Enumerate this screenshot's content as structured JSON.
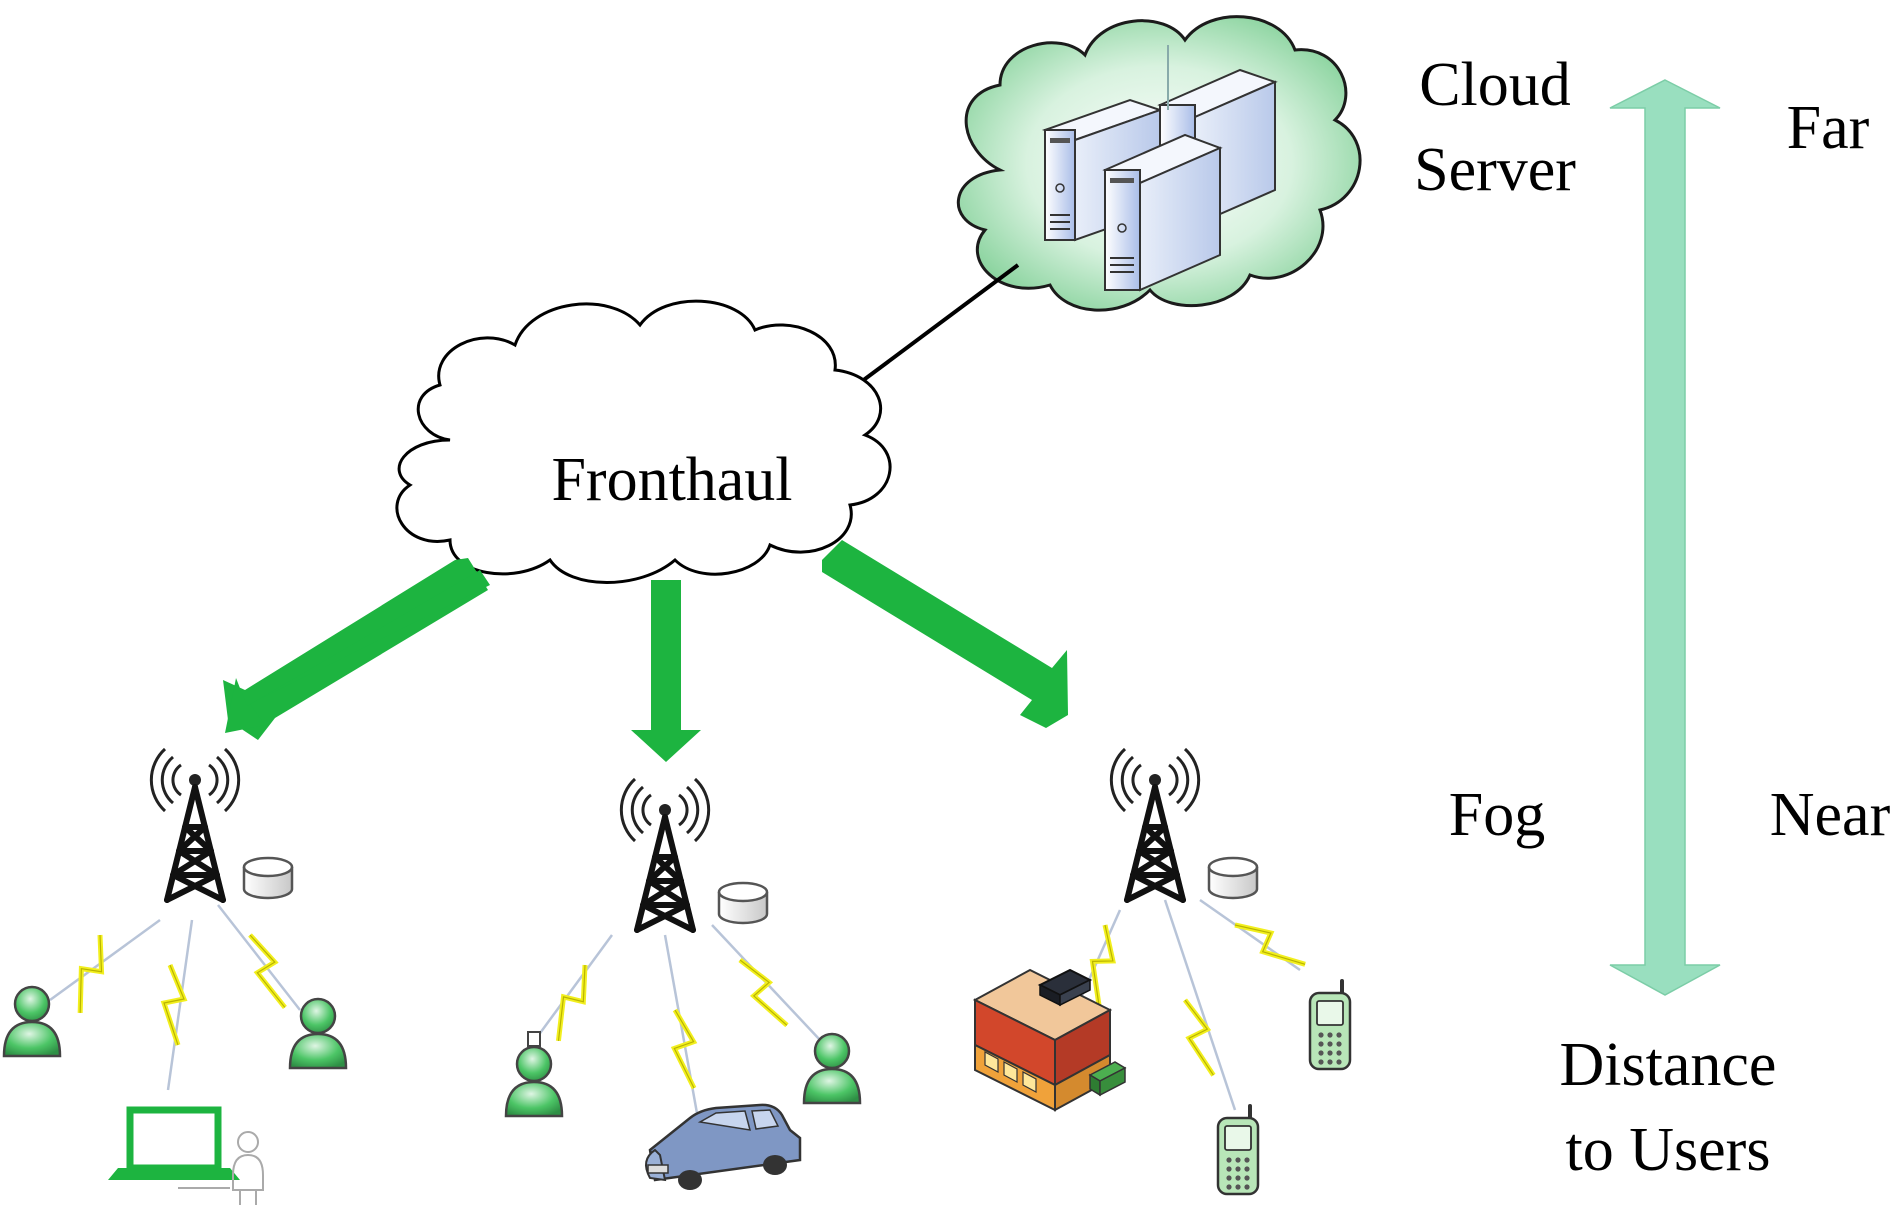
{
  "labels": {
    "cloud_line1": "Cloud",
    "cloud_line2": "Server",
    "fronthaul": "Fronthaul",
    "fog": "Fog",
    "far": "Far",
    "near": "Near",
    "distance_line1": "Distance",
    "distance_line2": "to Users"
  },
  "colors": {
    "flow_arrow": "#1db440",
    "distance_arrow": "#99dfbf",
    "cloud_fill": "#a6e0b6",
    "user_green": "#3cbf5c",
    "bolt_yellow": "#f2ef1e",
    "car_blue": "#7f97c4"
  },
  "fog_nodes": [
    {
      "name": "fog-node-left",
      "devices": [
        "user",
        "laptop-user",
        "user"
      ]
    },
    {
      "name": "fog-node-center",
      "devices": [
        "user",
        "car",
        "user"
      ]
    },
    {
      "name": "fog-node-right",
      "devices": [
        "store",
        "mobile-phone",
        "mobile-phone"
      ]
    }
  ]
}
